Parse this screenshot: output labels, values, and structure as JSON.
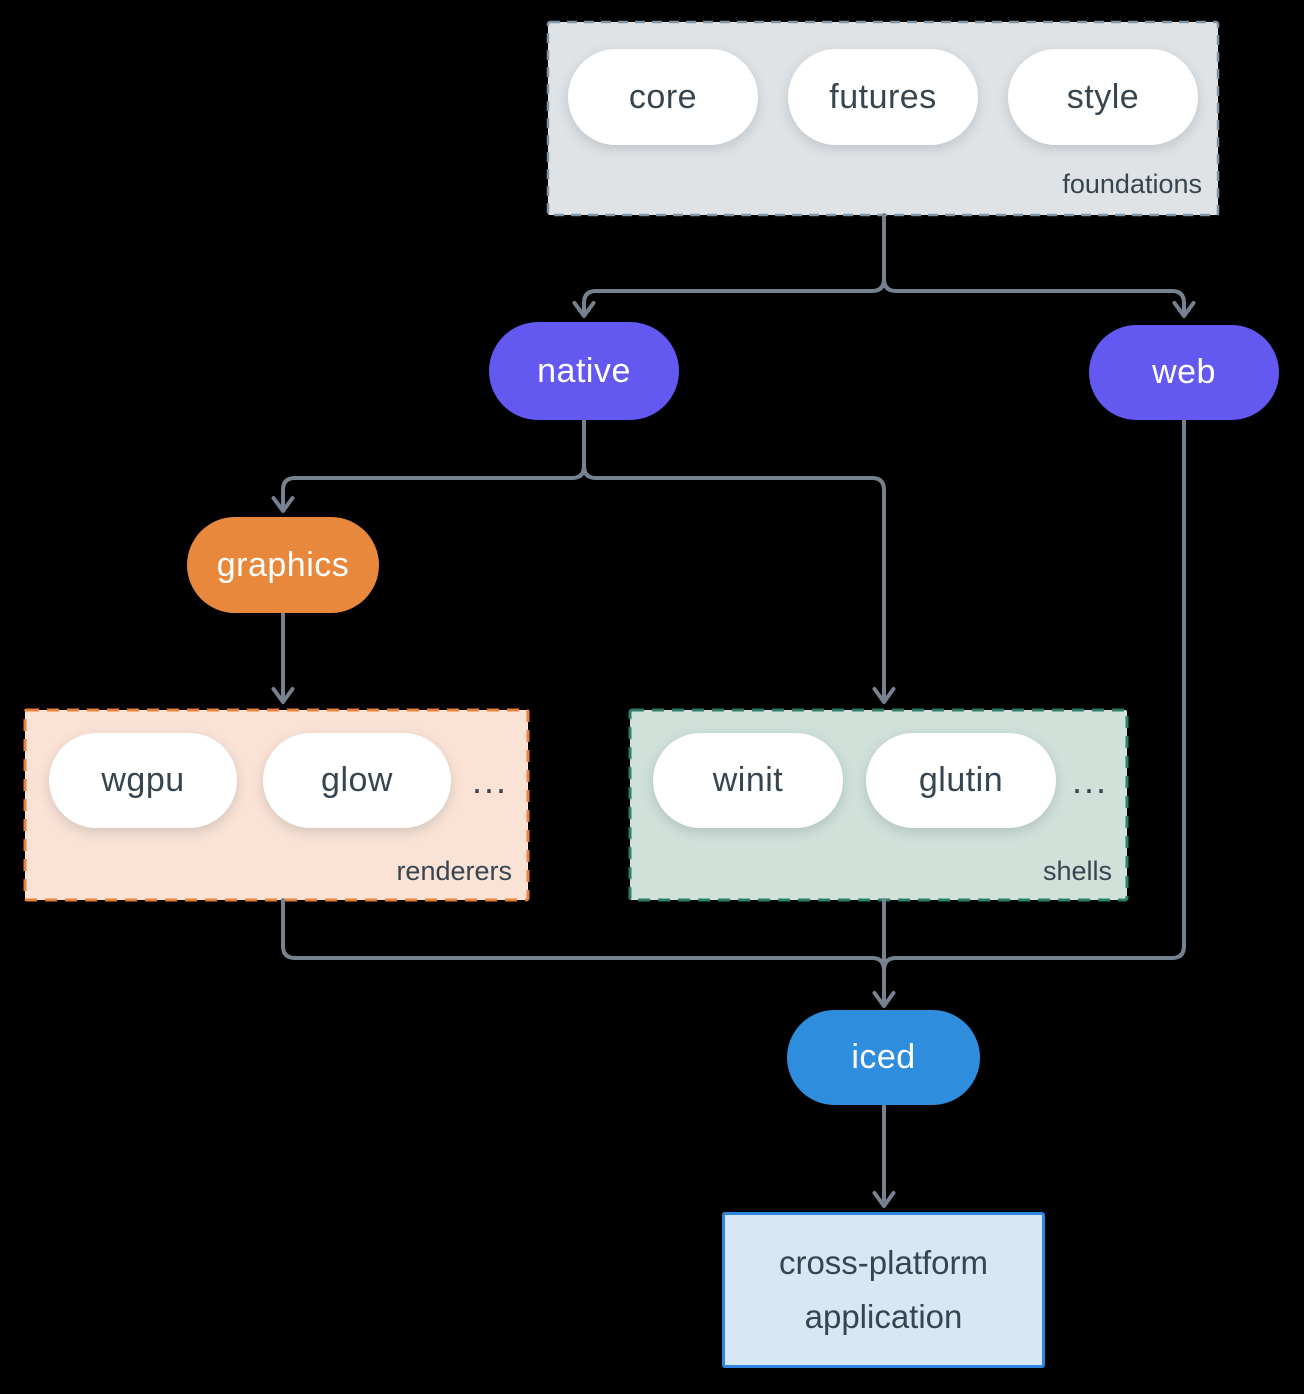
{
  "colors": {
    "bg": "#000000",
    "line": "#75828F",
    "ink": "#36454F",
    "white-pill": "#FFFFFF",
    "purple": "#6358F0",
    "orange": "#E8883C",
    "blue": "#2E8DDC",
    "foundations-bg": "#DFE3E6",
    "foundations-border": "#8095A6",
    "renderers-bg": "#FAE3D5",
    "renderers-border": "#E8823C",
    "shells-bg": "#D0E1DA",
    "shells-border": "#2E7D6A",
    "app-bg": "#D7E7F6",
    "app-border": "#2E86DE"
  },
  "foundations": {
    "label": "foundations",
    "items": [
      "core",
      "futures",
      "style"
    ]
  },
  "native": {
    "label": "native"
  },
  "web": {
    "label": "web"
  },
  "graphics": {
    "label": "graphics"
  },
  "renderers": {
    "label": "renderers",
    "items": [
      "wgpu",
      "glow"
    ],
    "ellipsis": "..."
  },
  "shells": {
    "label": "shells",
    "items": [
      "winit",
      "glutin"
    ],
    "ellipsis": "..."
  },
  "iced": {
    "label": "iced"
  },
  "application": {
    "line1": "cross-platform",
    "line2": "application"
  }
}
